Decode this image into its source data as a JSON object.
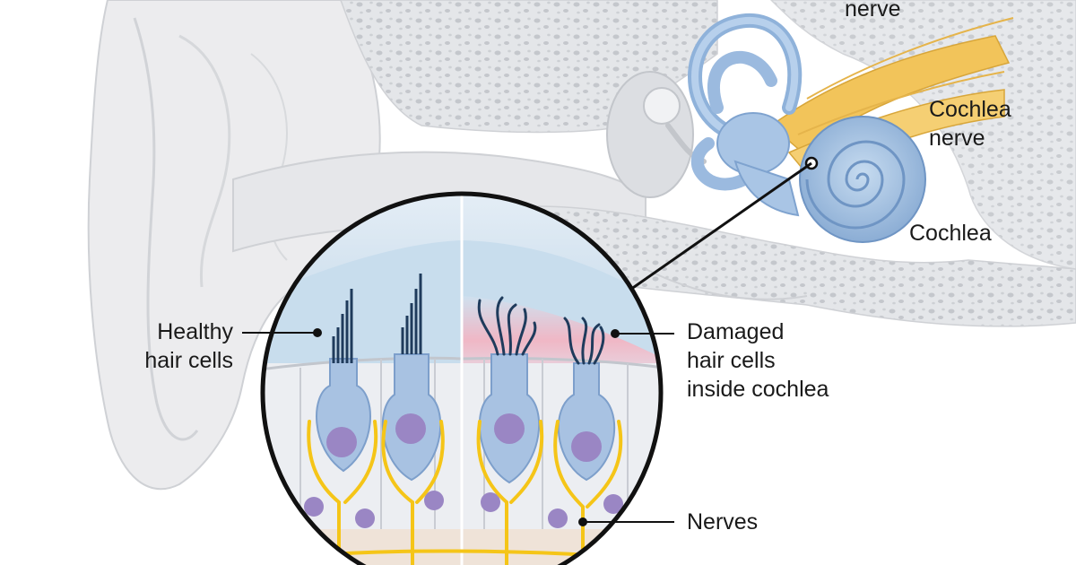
{
  "labels": {
    "vestibular_nerve_partial": "nerve",
    "cochlea_nerve_line1": "Cochlea",
    "cochlea_nerve_line2": "nerve",
    "cochlea": "Cochlea",
    "healthy_line1": "Healthy",
    "healthy_line2": "hair cells",
    "damaged_line1": "Damaged",
    "damaged_line2": "hair cells",
    "damaged_line3": "inside cochlea",
    "nerves": "Nerves"
  },
  "colors": {
    "background": "#ffffff",
    "ear_tissue": "#e9eaec",
    "ear_outline": "#c9cbcf",
    "bone": "#d4d6da",
    "inner_ear_blue": "#9fbfe0",
    "nerve_yellow": "#f2c45a",
    "cell_blue": "#a8c2e2",
    "nucleus_purple": "#9a86c4",
    "nerve_fiber": "#f5c518",
    "damage_pink": "#f3a3b3",
    "fluid_blue": "#cfe1ef",
    "text": "#1a1a1a",
    "leader_line": "#111111"
  }
}
